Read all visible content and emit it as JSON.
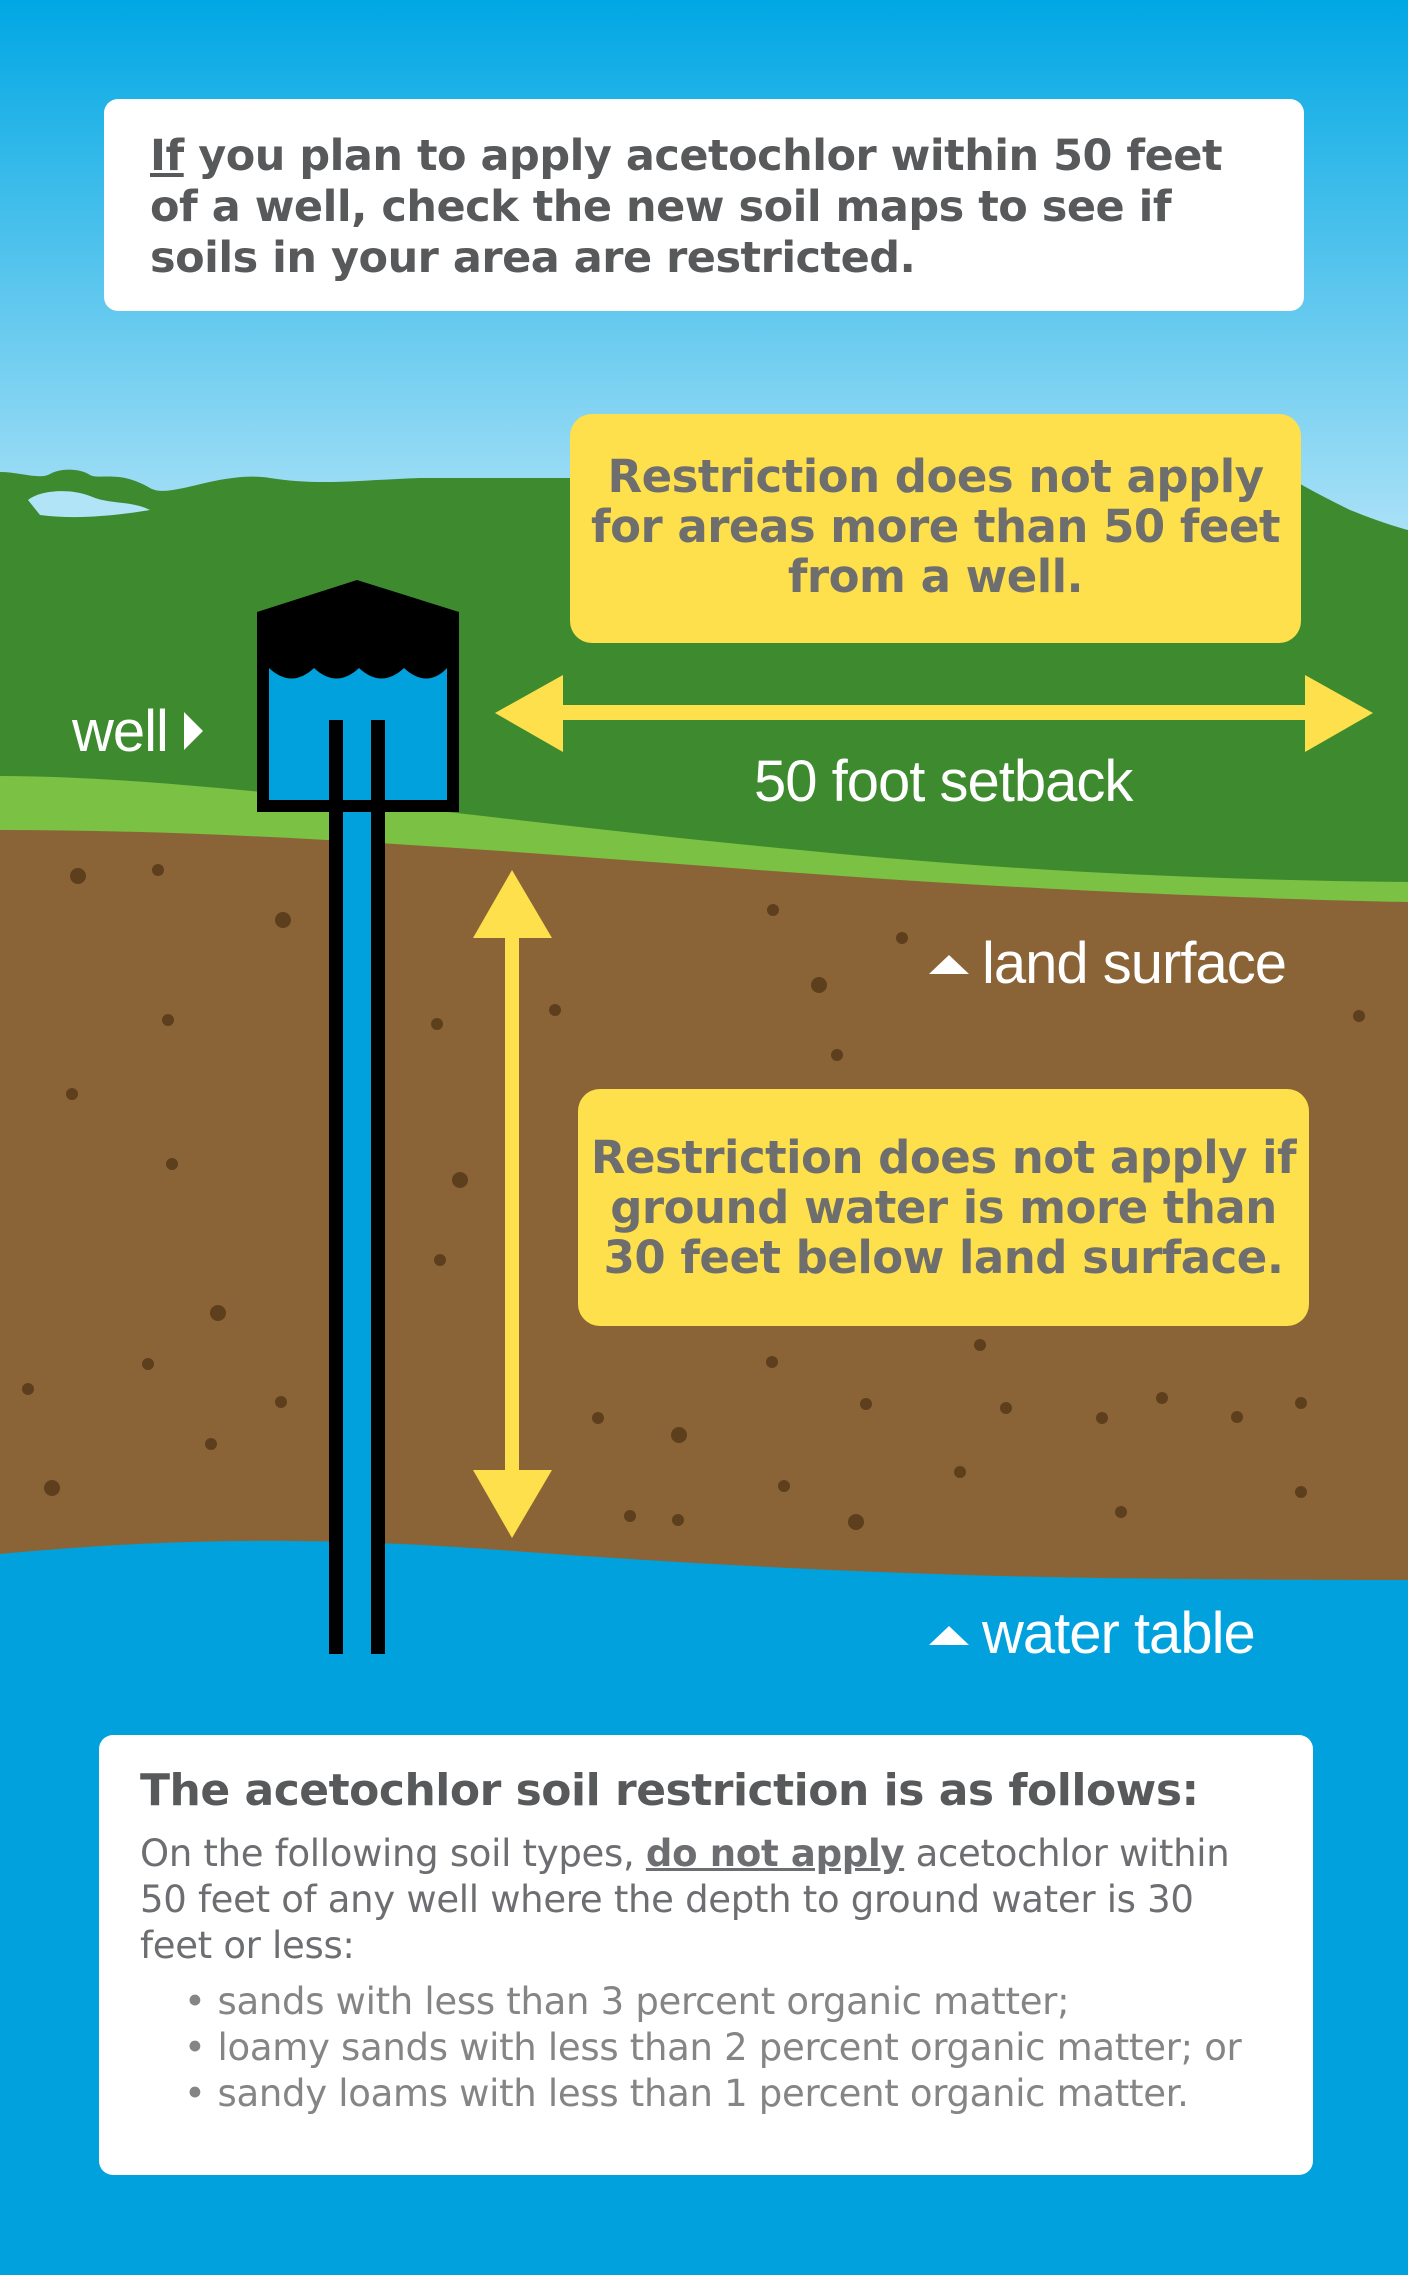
{
  "top_notice": {
    "lead": "If",
    "rest": " you plan to apply acetochlor within 50 feet of a well, check the new soil maps to see if soils in your area are restricted."
  },
  "setback_callout": "Restriction does not apply for areas more than 50 feet from a well.",
  "depth_callout": "Restriction does not apply if ground water is more than 30 feet below land surface.",
  "labels": {
    "well": "well",
    "setback": "50 foot setback",
    "land_surface": "land surface",
    "water_table": "water table"
  },
  "restriction": {
    "heading": "The acetochlor soil restriction is as follows:",
    "intro_before": "On the following soil types, ",
    "intro_emphasis": "do not apply",
    "intro_after": " acetochlor within 50 feet of any well where the depth to ground water is 30 feet or less:",
    "items": [
      "sands with less than 3 percent organic matter;",
      "loamy sands with less than 2 percent organic matter; or",
      "sandy loams with less than 1 percent organic matter."
    ]
  },
  "colors": {
    "sky_top": "#00a7e4",
    "sky_bottom": "#b2e4f7",
    "hill": "#3e8b2f",
    "grass": "#7bc143",
    "soil": "#8a6436",
    "soil_dots": "#5d3f1e",
    "water": "#00a1dc",
    "callout": "#fde04c",
    "arrow": "#fde04c",
    "well_outline": "#000000",
    "well_water": "#00a1dc"
  },
  "icons": {
    "well_pointer": "triangle-right-icon",
    "land_pointer": "triangle-up-icon",
    "water_pointer": "triangle-up-icon",
    "setback_arrow": "double-arrow-horizontal-icon",
    "depth_arrow": "double-arrow-vertical-icon"
  }
}
